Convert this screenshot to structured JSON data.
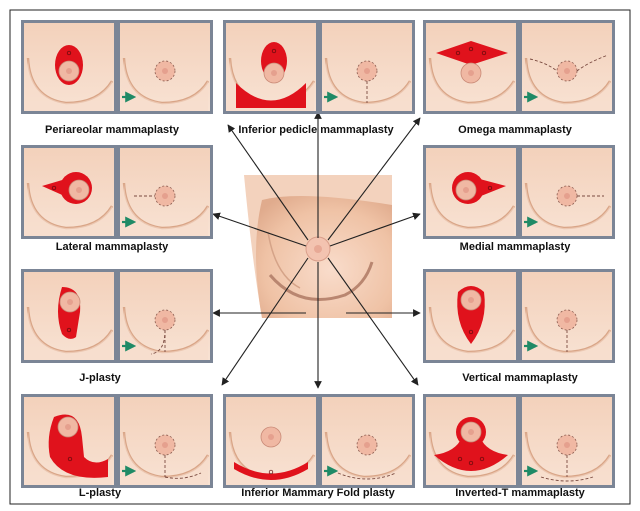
{
  "colors": {
    "frame": "#7b8596",
    "skin_light": "#f7d9c4",
    "skin_mid": "#efc2a5",
    "skin_shadow": "#d9a587",
    "incision_red": "#e0121c",
    "areola": "#f0b8a3",
    "arrow_green": "#1f8a66",
    "line": "#222222"
  },
  "panels": [
    {
      "id": "periareolar",
      "label": "Periareolar mammaplasty",
      "icon": "periareolar-incision-icon"
    },
    {
      "id": "inferior-pedicle",
      "label": "Inferior pedicle mammaplasty",
      "icon": "inferior-pedicle-incision-icon"
    },
    {
      "id": "omega",
      "label": "Omega mammaplasty",
      "icon": "omega-incision-icon"
    },
    {
      "id": "lateral",
      "label": "Lateral mammaplasty",
      "icon": "lateral-incision-icon"
    },
    {
      "id": "medial",
      "label": "Medial mammaplasty",
      "icon": "medial-incision-icon"
    },
    {
      "id": "j-plasty",
      "label": "J-plasty",
      "icon": "j-incision-icon"
    },
    {
      "id": "vertical",
      "label": "Vertical mammaplasty",
      "icon": "vertical-incision-icon"
    },
    {
      "id": "l-plasty",
      "label": "L-plasty",
      "icon": "l-incision-icon"
    },
    {
      "id": "inferior-fold",
      "label": "Inferior Mammary Fold plasty",
      "icon": "inframammary-incision-icon"
    },
    {
      "id": "inverted-t",
      "label": "Inverted-T mammaplasty",
      "icon": "inverted-t-incision-icon"
    }
  ]
}
